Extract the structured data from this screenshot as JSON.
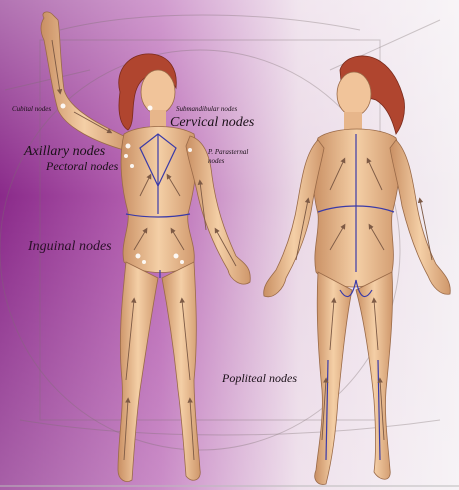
{
  "labels": {
    "cubital": "Cubital nodes",
    "submandibular": "Submandibular nodes",
    "cervical": "Cervical nodes",
    "axillary": "Axillary nodes",
    "pectoral": "Pectoral nodes",
    "parasternal_line1": "P. Parasternal",
    "parasternal_line2": "nodes",
    "inguinal": "Inguinal nodes",
    "popliteal": "Popliteal nodes"
  },
  "colors": {
    "background_purple": "#8a2a8a",
    "skin": "#f1c49a",
    "skin_shadow": "#c98f63",
    "hair": "#b0452f",
    "lymph_line": "#3a3aa8",
    "arrow": "#8a6a55",
    "node": "#ffffff"
  }
}
